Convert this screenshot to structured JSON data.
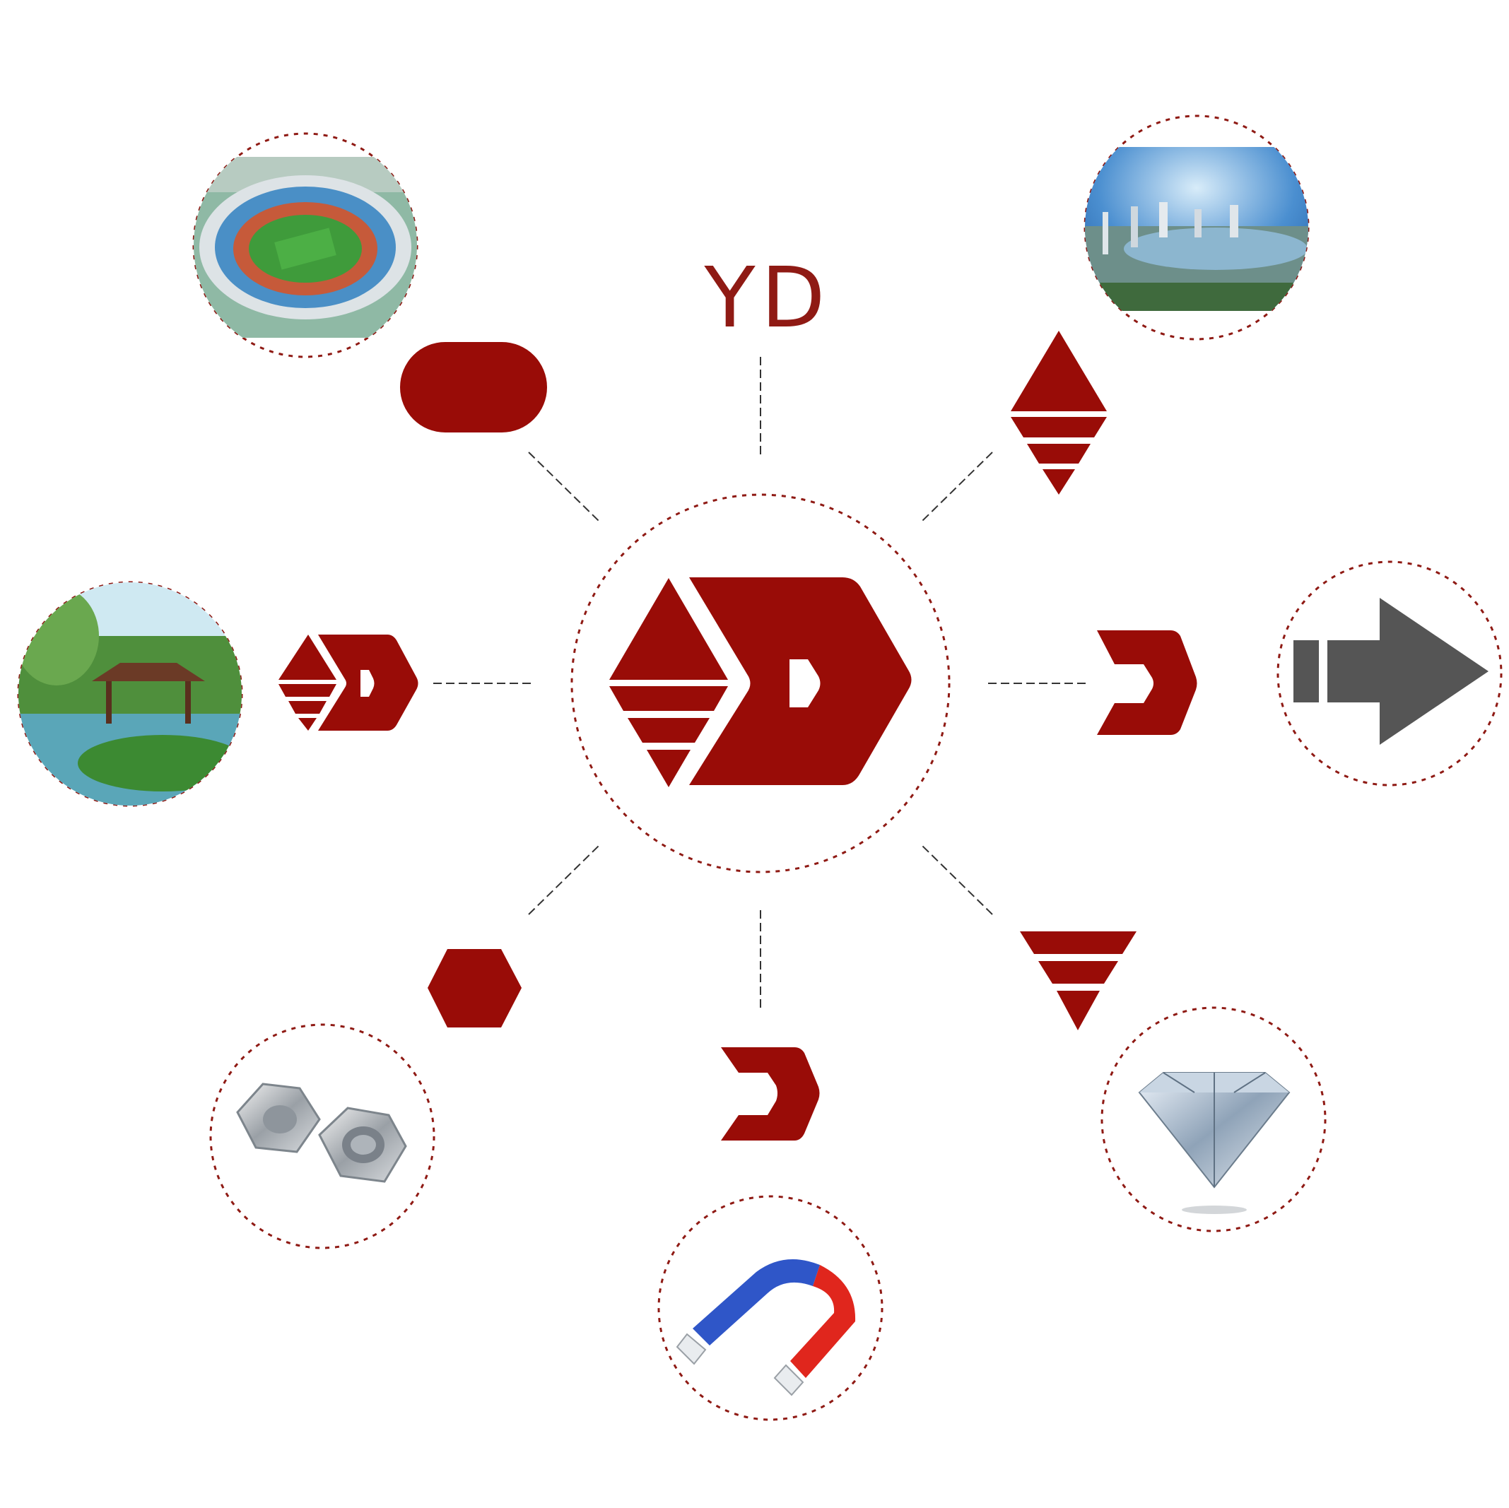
{
  "header": {
    "brand_text": "YD"
  },
  "colors": {
    "brand_red": "#990c07",
    "ring": "#8f1a14",
    "connector": "#333333",
    "arrow_gray": "#555555",
    "background": "#ffffff"
  },
  "satellites": [
    {
      "id": "stadium",
      "icon": "stadium-photo"
    },
    {
      "id": "city",
      "icon": "city-river-photo"
    },
    {
      "id": "garden",
      "icon": "garden-pavilion-photo"
    },
    {
      "id": "arrow",
      "icon": "gray-arrow-icon"
    },
    {
      "id": "nuts",
      "icon": "hex-nuts-photo"
    },
    {
      "id": "magnet",
      "icon": "horseshoe-magnet-photo"
    },
    {
      "id": "diamond",
      "icon": "diamond-photo"
    }
  ],
  "logo_parts": [
    {
      "id": "rounded-bar",
      "icon": "rounded-bar-icon"
    },
    {
      "id": "diamond-stripes",
      "icon": "striped-diamond-icon"
    },
    {
      "id": "small-logo",
      "icon": "small-logo-icon"
    },
    {
      "id": "chevron-right",
      "icon": "chevron-icon"
    },
    {
      "id": "hexagon",
      "icon": "hexagon-icon"
    },
    {
      "id": "chevron-bottom",
      "icon": "chevron-icon"
    },
    {
      "id": "triangle-stripes",
      "icon": "striped-triangle-icon"
    }
  ]
}
